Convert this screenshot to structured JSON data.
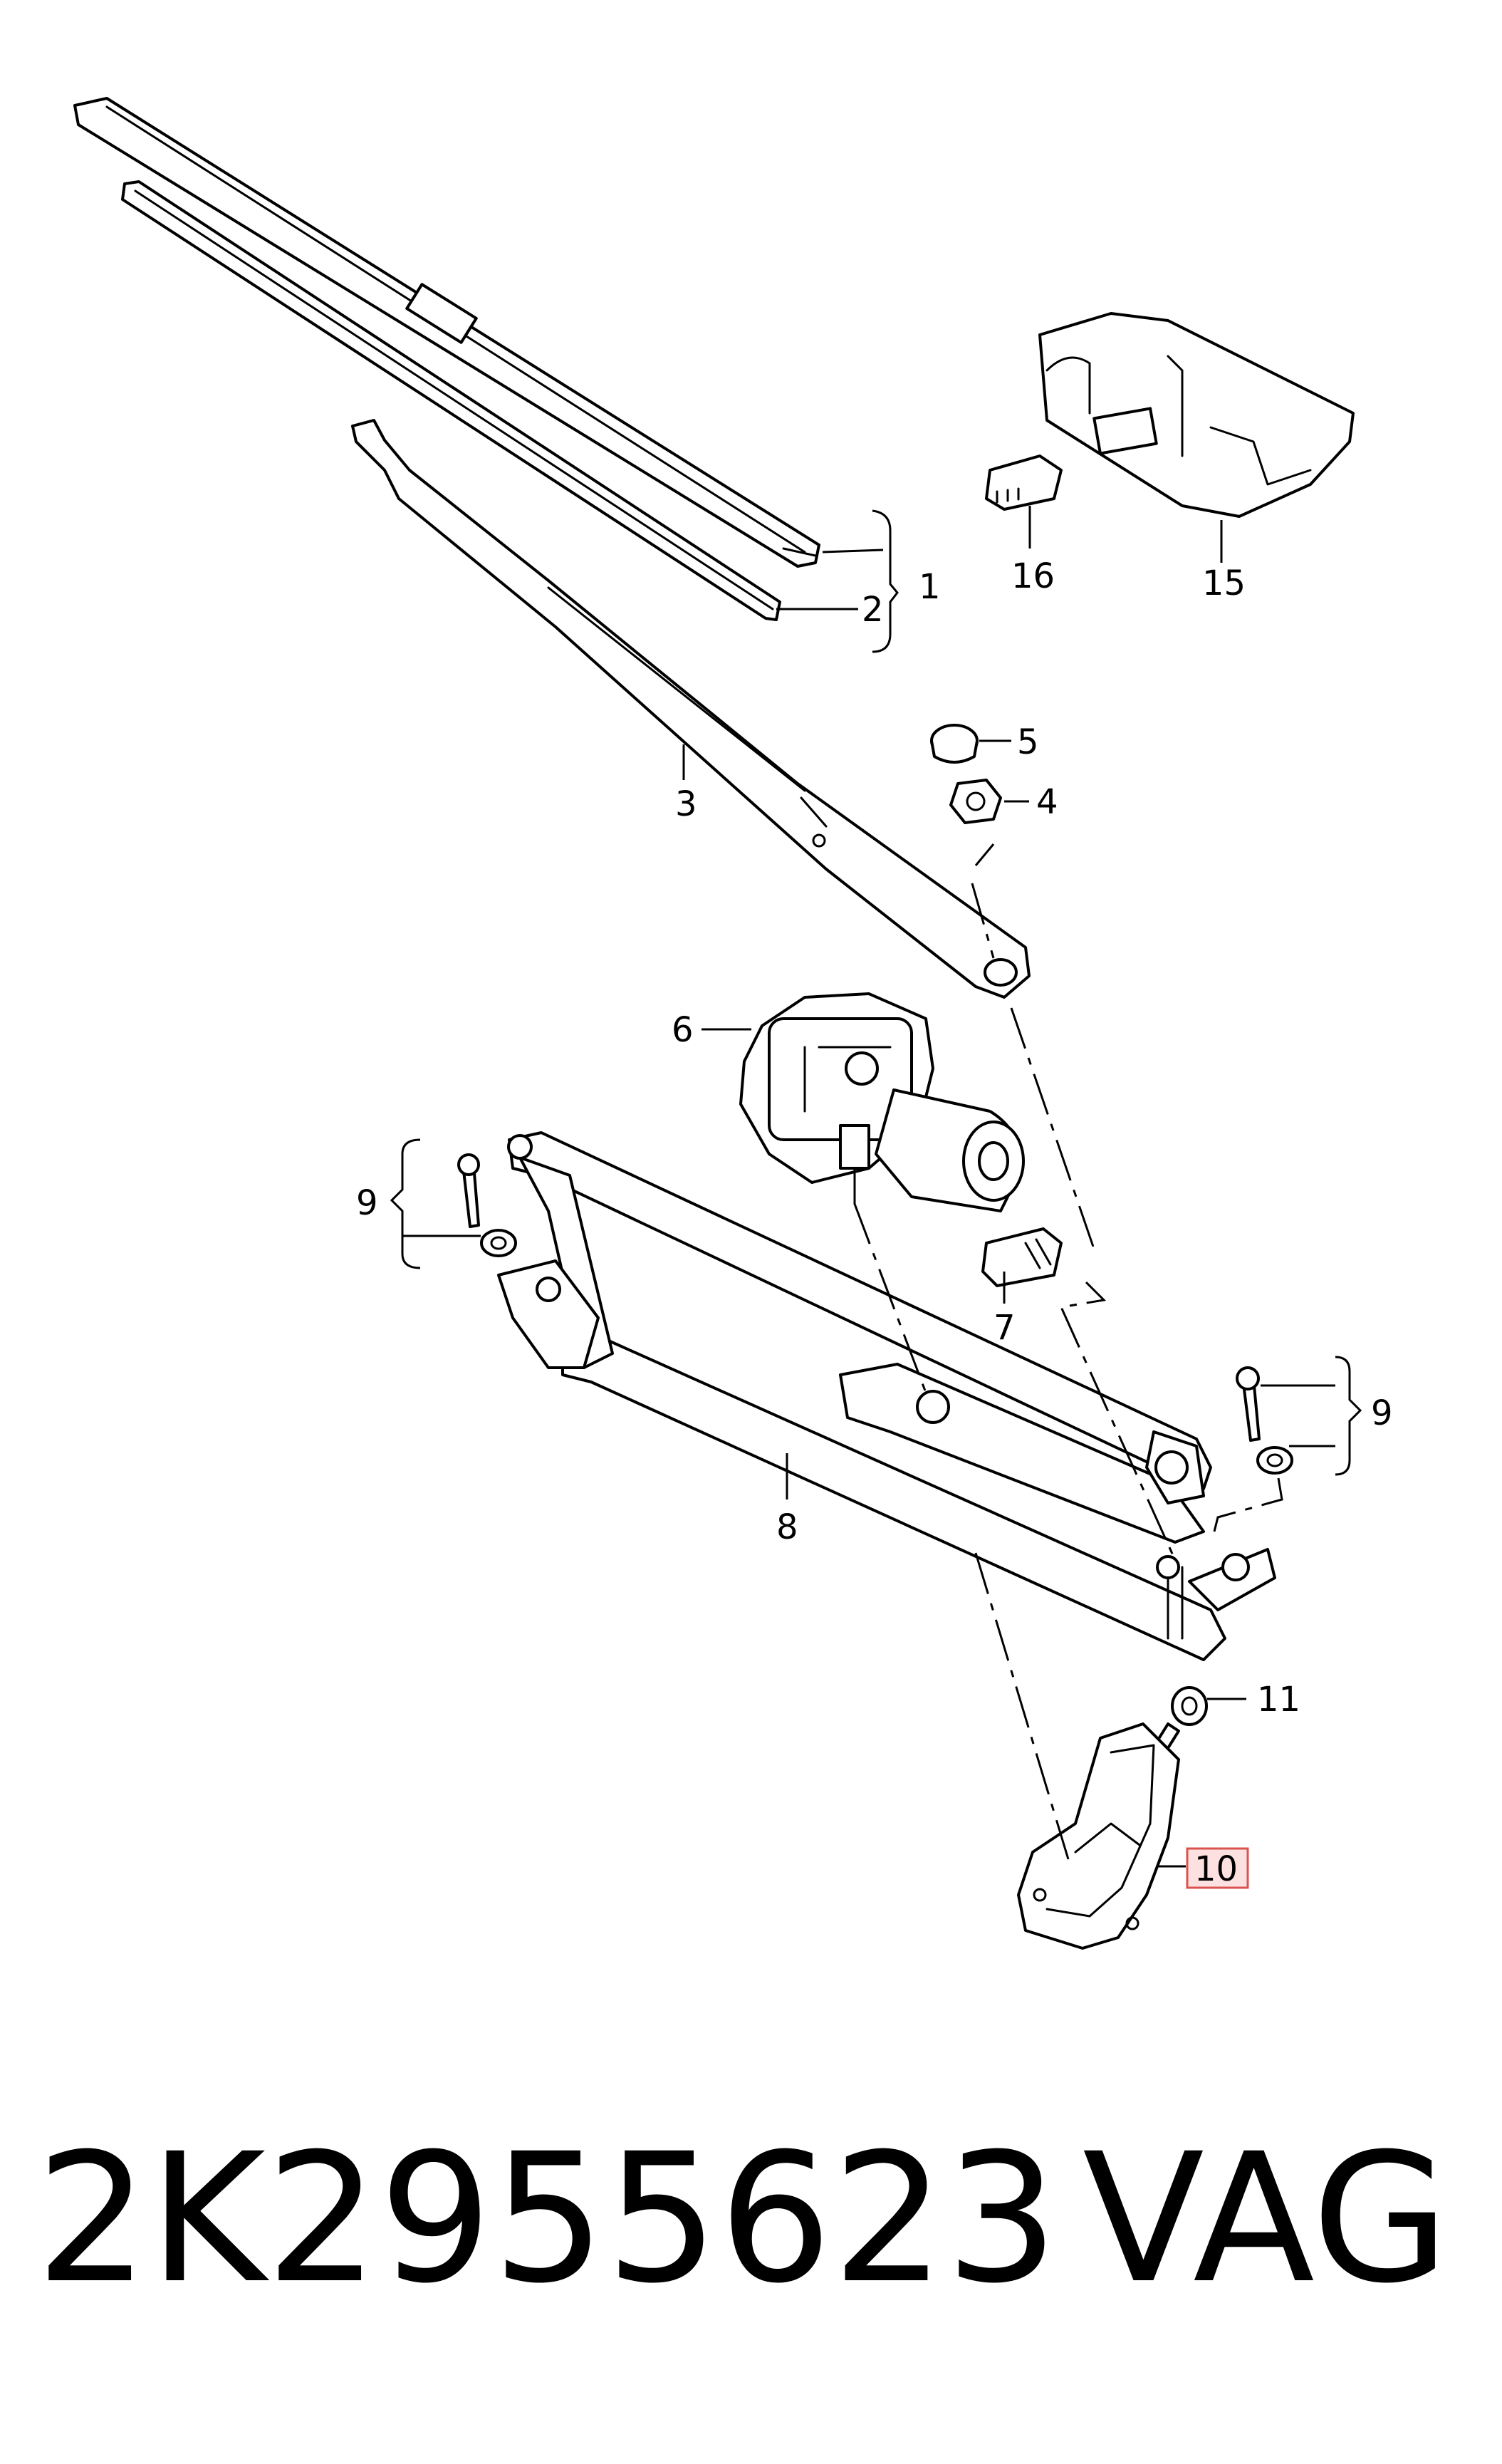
{
  "callouts": {
    "c1": "1",
    "c2": "2",
    "c3": "3",
    "c4": "4",
    "c5": "5",
    "c6": "6",
    "c7": "7",
    "c8": "8",
    "c9a": "9",
    "c9b": "9",
    "c10": "10",
    "c11": "11",
    "c15": "15",
    "c16": "16"
  },
  "highlighted_callout": "10",
  "highlight_color": "#d9534f",
  "footer": {
    "part_number": "2K2955623",
    "brand": "VAG"
  }
}
